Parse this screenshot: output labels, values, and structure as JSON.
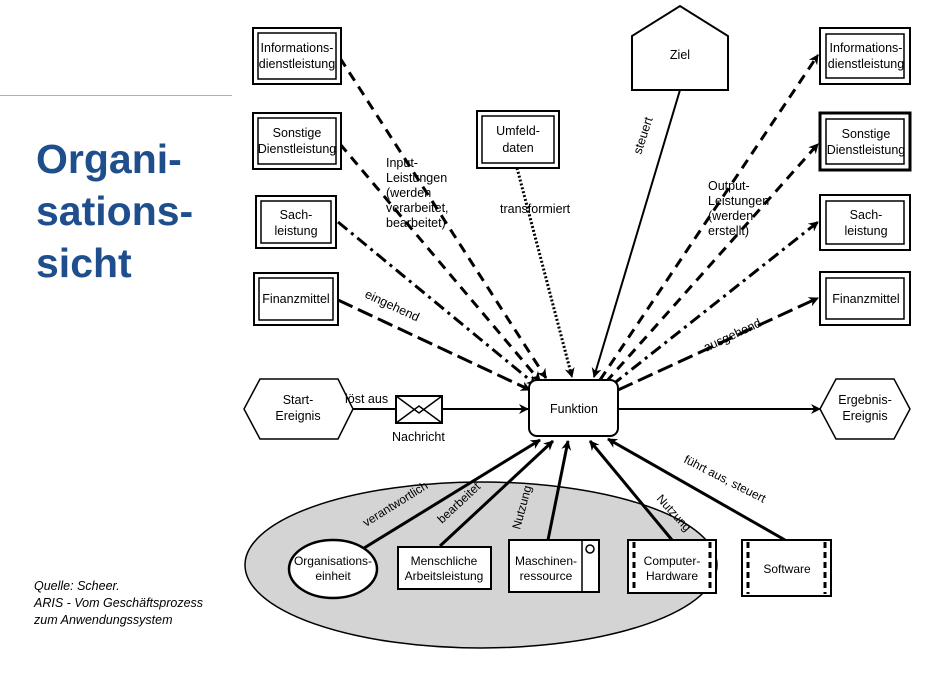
{
  "title": {
    "line1": "Organi-",
    "line2": "sations-",
    "line3": "sicht"
  },
  "source": {
    "line1": "Quelle: Scheer.",
    "line2": "ARIS - Vom Geschäftsprozess",
    "line3": "zum Anwendungssystem"
  },
  "nodes": {
    "info_in": {
      "line1": "Informations-",
      "line2": "dienstleistung"
    },
    "sonst_in": {
      "line1": "Sonstige",
      "line2": "Dienstleistung"
    },
    "sach_in": {
      "line1": "Sach-",
      "line2": "leistung"
    },
    "finanz_in": {
      "line1": "Finanzmittel"
    },
    "umfeld": {
      "line1": "Umfeld-",
      "line2": "daten"
    },
    "ziel": {
      "line1": "Ziel"
    },
    "info_out": {
      "line1": "Informations-",
      "line2": "dienstleistung"
    },
    "sonst_out": {
      "line1": "Sonstige",
      "line2": "Dienstleistung"
    },
    "sach_out": {
      "line1": "Sach-",
      "line2": "leistung"
    },
    "finanz_out": {
      "line1": "Finanzmittel"
    },
    "start": {
      "line1": "Start-",
      "line2": "Ereignis"
    },
    "funktion": {
      "line1": "Funktion"
    },
    "ergebnis": {
      "line1": "Ergebnis-",
      "line2": "Ereignis"
    },
    "orga": {
      "line1": "Organisations-",
      "line2": "einheit"
    },
    "mensch": {
      "line1": "Menschliche",
      "line2": "Arbeitsleistung"
    },
    "maschine": {
      "line1": "Maschinen-",
      "line2": "ressource"
    },
    "hardware": {
      "line1": "Computer-",
      "line2": "Hardware"
    },
    "software": {
      "line1": "Software"
    }
  },
  "labels": {
    "input": {
      "line1": "Input-",
      "line2": "Leistungen",
      "line3": "(werden",
      "line4": "verarbeitet,",
      "line5": "bearbeitet)"
    },
    "output": {
      "line1": "Output-",
      "line2": "Leistungen",
      "line3": "(werden",
      "line4": "erstellt)"
    },
    "eingehend": "eingehend",
    "ausgehend": "ausgehend",
    "transformiert": "transformiert",
    "steuert": "steuert",
    "loest_aus": "löst aus",
    "nachricht": "Nachricht",
    "verantwortlich": "verantwortlich",
    "bearbeitet": "bearbeitet",
    "nutzung1": "Nutzung",
    "nutzung2": "Nutzung",
    "fuehrt_aus": "führt aus, steuert"
  },
  "colors": {
    "title": "#1f4e8c",
    "ellipse_fill": "#d4d4d4",
    "rule": "#9fb3cc"
  }
}
